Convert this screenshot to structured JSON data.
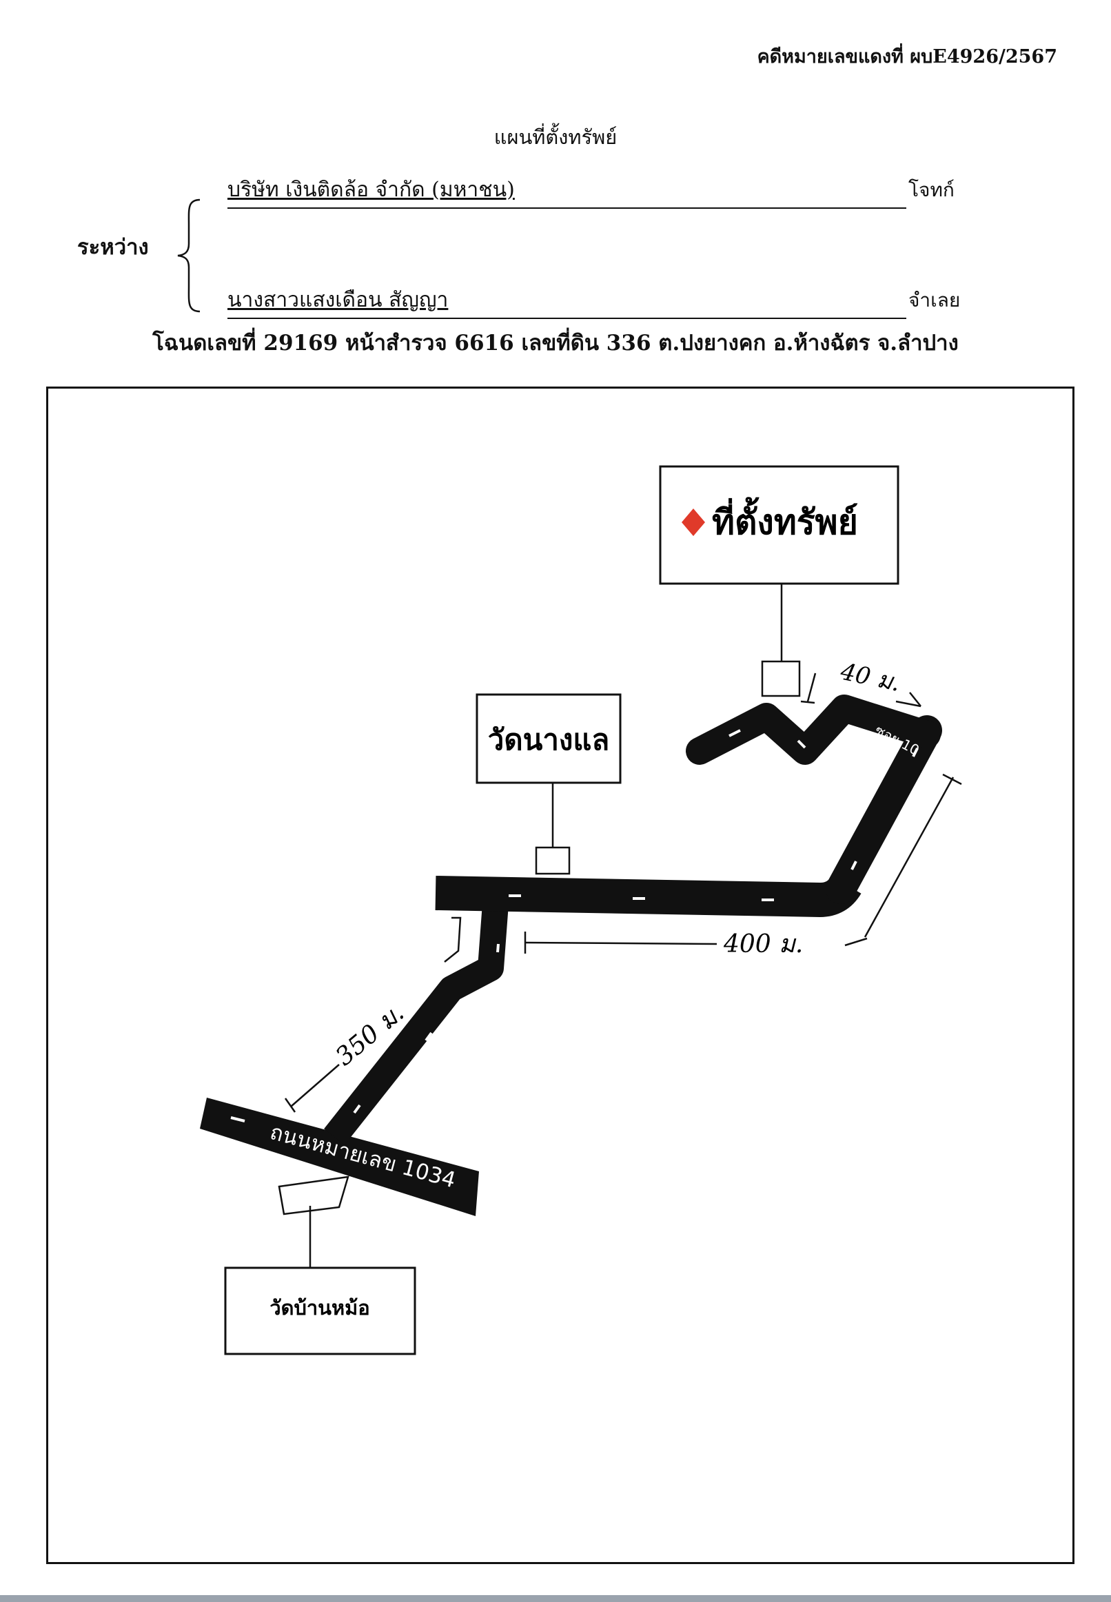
{
  "header": {
    "case_number": "คดีหมายเลขแดงที่ ผบE4926/2567",
    "title": "แผนที่ตั้งทรัพย์",
    "between_label": "ระหว่าง",
    "plaintiff": {
      "name": "บริษัท เงินติดล้อ จำกัด (มหาชน)",
      "role": "โจทก์"
    },
    "defendant": {
      "name": "นางสาวแสงเดือน สัญญา",
      "role": "จำเลย"
    },
    "deed_line": "โฉนดเลขที่ 29169 หน้าสำรวจ 6616 เลขที่ดิน 336 ต.ปงยางคก อ.ห้างฉัตร จ.ลำปาง"
  },
  "map": {
    "property_label": "ที่ตั้งทรัพย์",
    "property_marker_color": "#e03a2a",
    "temple_nanglae": "วัดนางแล",
    "temple_banmor": "วัดบ้านหม้อ",
    "soi_label": "ซอย 10",
    "main_road_label": "ถนนหมายเลข 1034",
    "distances": {
      "soi_to_property": "40 ม.",
      "soi_length": "400 ม.",
      "road_to_junction": "350 ม."
    },
    "road_color": "#111111"
  }
}
